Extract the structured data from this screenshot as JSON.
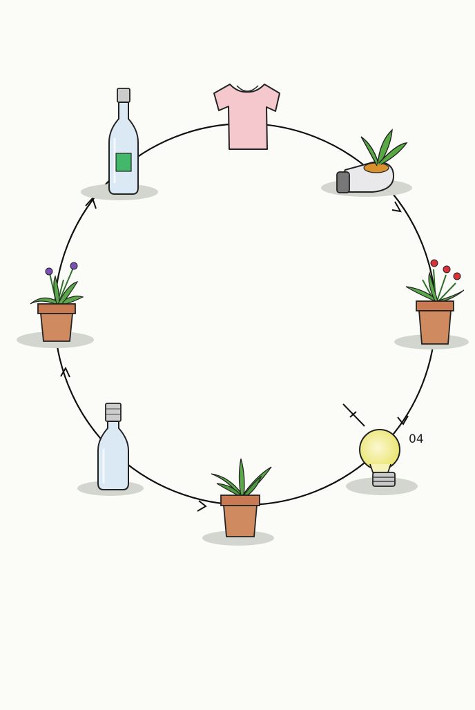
{
  "diagram": {
    "type": "cycle",
    "direction": "clockwise",
    "colors": {
      "line": "#111111",
      "shadow": "#cfd3cc",
      "paper": "#fbfbf7",
      "pot": "#c9835a",
      "leaf": "#5aa84a",
      "glass": "#dbe9f5",
      "shirt": "#f4c8cc",
      "bulb": "#f3ef9a"
    },
    "nodes": [
      {
        "id": "shirt",
        "icon": "tshirt-icon"
      },
      {
        "id": "bottle-planter",
        "icon": "bottle-planter-icon"
      },
      {
        "id": "flower-pot-red",
        "icon": "potted-flowers-red-icon"
      },
      {
        "id": "light-bulb",
        "icon": "light-bulb-icon",
        "label": "04"
      },
      {
        "id": "plant-pot-bottom",
        "icon": "potted-plant-icon"
      },
      {
        "id": "clear-bottle",
        "icon": "glass-bottle-icon"
      },
      {
        "id": "flower-pot-purple",
        "icon": "potted-flowers-purple-icon"
      },
      {
        "id": "labeled-bottle",
        "icon": "glass-bottle-label-icon"
      }
    ]
  }
}
